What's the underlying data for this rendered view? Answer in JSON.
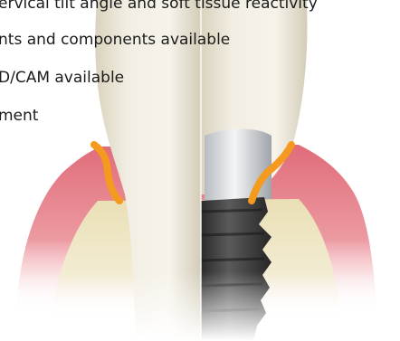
{
  "features": [
    "ervical tilt angle and soft tissue reactivity",
    "nts and components available",
    "D/CAM available",
    "ment"
  ],
  "colors": {
    "gum": "#e77c86",
    "bone": "#efe7c4",
    "tooth": "#ece6d7",
    "margin_line": "#f39a1f",
    "implant": "#3b3b3b"
  }
}
